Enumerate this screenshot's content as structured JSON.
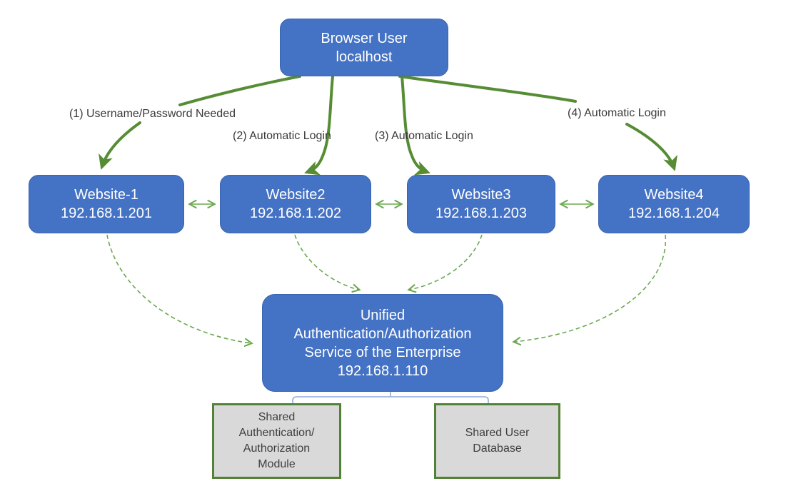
{
  "diagram": {
    "title_implicit": "Unified authentication single sign-on architecture",
    "nodes": {
      "browser": {
        "lines": [
          "Browser User",
          "localhost"
        ]
      },
      "website1": {
        "lines": [
          "Website-1",
          "192.168.1.201"
        ]
      },
      "website2": {
        "lines": [
          "Website2",
          "192.168.1.202"
        ]
      },
      "website3": {
        "lines": [
          "Website3",
          "192.168.1.203"
        ]
      },
      "website4": {
        "lines": [
          "Website4",
          "192.168.1.204"
        ]
      },
      "unified_service": {
        "lines": [
          "Unified",
          "Authentication/Authorization",
          "Service of the Enterprise",
          "192.168.1.110"
        ]
      },
      "shared_module": {
        "lines": [
          "Shared",
          "Authentication/",
          "Authorization",
          "Module"
        ]
      },
      "shared_database": {
        "lines": [
          "Shared User",
          "Database"
        ]
      }
    },
    "edge_labels": {
      "step1": "(1) Username/Password Needed",
      "step2": "(2) Automatic Login",
      "step3": "(3) Automatic Login",
      "step4": "(4) Automatic Login"
    },
    "edges": [
      {
        "from": "browser",
        "to": "website1",
        "label": "(1) Username/Password Needed",
        "style": "solid-curve"
      },
      {
        "from": "browser",
        "to": "website2",
        "label": "(2) Automatic Login",
        "style": "solid-curve"
      },
      {
        "from": "browser",
        "to": "website3",
        "label": "(3) Automatic Login",
        "style": "solid-curve"
      },
      {
        "from": "browser",
        "to": "website4",
        "label": "(4) Automatic Login",
        "style": "solid-curve"
      },
      {
        "from": "website1",
        "to": "website2",
        "style": "double-arrow"
      },
      {
        "from": "website2",
        "to": "website3",
        "style": "double-arrow"
      },
      {
        "from": "website3",
        "to": "website4",
        "style": "double-arrow"
      },
      {
        "from": "website1",
        "to": "unified_service",
        "style": "dashed-curve"
      },
      {
        "from": "website2",
        "to": "unified_service",
        "style": "dashed-curve"
      },
      {
        "from": "website3",
        "to": "unified_service",
        "style": "dashed-curve"
      },
      {
        "from": "website4",
        "to": "unified_service",
        "style": "dashed-curve"
      },
      {
        "from": "unified_service",
        "to": "shared_module",
        "style": "bracket"
      },
      {
        "from": "unified_service",
        "to": "shared_database",
        "style": "bracket"
      }
    ],
    "colors": {
      "node_fill": "#4472C4",
      "node_border": "#3B64AE",
      "node_text": "#FFFFFF",
      "arrow_green": "#568C34",
      "arrow_light_green": "#6AA84F",
      "gray_fill": "#D9D9D9",
      "gray_border": "#538135",
      "gray_text": "#3F3F3F",
      "label_text": "#3A3A3A",
      "bracket_blue": "#8FAADC",
      "background": "#FFFFFF"
    }
  }
}
